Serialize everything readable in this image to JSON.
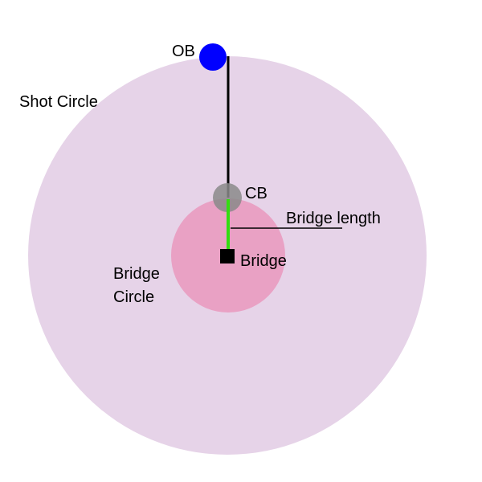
{
  "labels": {
    "shot_circle": "Shot Circle",
    "ob": "OB",
    "cb": "CB",
    "bridge_length": "Bridge length",
    "bridge": "Bridge",
    "bridge_circle_line1": "Bridge",
    "bridge_circle_line2": "Circle"
  },
  "colors": {
    "shot_circle_fill": "#e6d3e8",
    "bridge_circle_fill": "#e9a1c4",
    "object_ball": "#0000ff",
    "cue_ball": "#8a8a8a",
    "aim_line": "#000000",
    "bridge_line": "#33dd11",
    "bridge_marker": "#000000"
  }
}
